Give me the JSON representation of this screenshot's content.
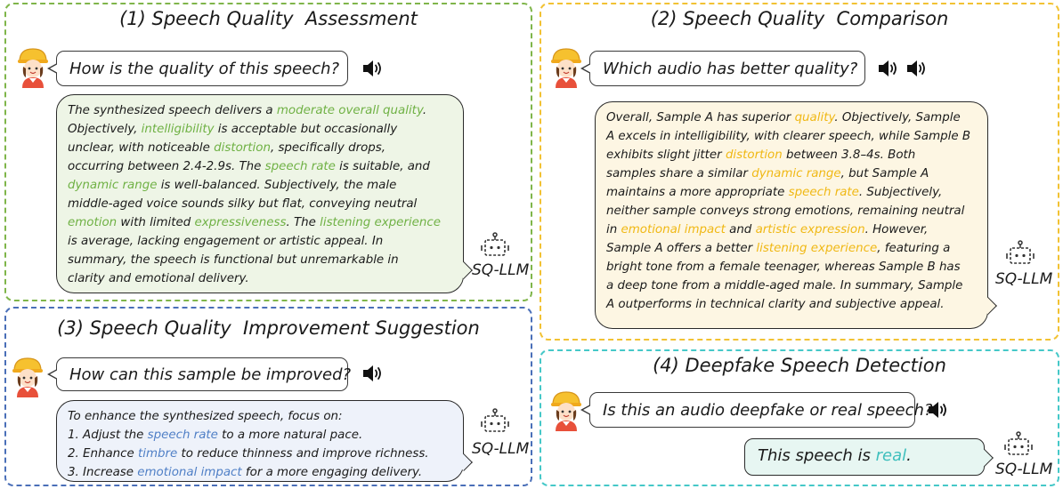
{
  "bot_name": "SQ-LLM",
  "colors": {
    "green": "#6fb144",
    "yellow": "#f0b814",
    "blue": "#4f7fc6",
    "cyan": "#3fbfbd"
  },
  "panels": [
    {
      "title": "(1) Speech Quality  Assessment",
      "question": "How is the quality of this speech?",
      "speakers": 1,
      "answer_lines": [
        [
          {
            "t": "The synthesized speech delivers a "
          },
          {
            "t": "moderate overall quality",
            "h": 1
          },
          {
            "t": "."
          }
        ],
        [
          {
            "t": "Objectively, "
          },
          {
            "t": "intelligibility",
            "h": 1
          },
          {
            "t": " is acceptable but occasionally"
          }
        ],
        [
          {
            "t": "unclear, with noticeable "
          },
          {
            "t": "distortion",
            "h": 1
          },
          {
            "t": ", specifically drops,"
          }
        ],
        [
          {
            "t": "occurring between 2.4-2.9s. The "
          },
          {
            "t": "speech rate",
            "h": 1
          },
          {
            "t": " is suitable, and"
          }
        ],
        [
          {
            "t": "dynamic range",
            "h": 1
          },
          {
            "t": " is well-balanced. Subjectively, the male"
          }
        ],
        [
          {
            "t": "middle-aged voice sounds silky but flat, conveying neutral"
          }
        ],
        [
          {
            "t": "emotion",
            "h": 1
          },
          {
            "t": " with limited "
          },
          {
            "t": "expressiveness",
            "h": 1
          },
          {
            "t": ". The "
          },
          {
            "t": "listening experience",
            "h": 1
          }
        ],
        [
          {
            "t": "is average, lacking engagement or artistic appeal. In"
          }
        ],
        [
          {
            "t": "summary, the speech is functional but unremarkable in"
          }
        ],
        [
          {
            "t": "clarity and emotional delivery."
          }
        ]
      ]
    },
    {
      "title": "(2) Speech Quality  Comparison",
      "question": "Which audio has better quality?",
      "speakers": 2,
      "answer_lines": [
        [
          {
            "t": "Overall, Sample A has superior "
          },
          {
            "t": "quality",
            "h": 1
          },
          {
            "t": ". Objectively, Sample"
          }
        ],
        [
          {
            "t": "A excels in intelligibility, with clearer speech, while Sample B"
          }
        ],
        [
          {
            "t": "exhibits slight jitter "
          },
          {
            "t": "distortion",
            "h": 1
          },
          {
            "t": " between 3.8–4s. Both"
          }
        ],
        [
          {
            "t": "samples share a similar "
          },
          {
            "t": "dynamic range",
            "h": 1
          },
          {
            "t": ", but Sample A"
          }
        ],
        [
          {
            "t": "maintains a more appropriate "
          },
          {
            "t": "speech rate",
            "h": 1
          },
          {
            "t": ". Subjectively,"
          }
        ],
        [
          {
            "t": "neither sample conveys strong emotions, remaining neutral"
          }
        ],
        [
          {
            "t": "in "
          },
          {
            "t": "emotional impact",
            "h": 1
          },
          {
            "t": " and "
          },
          {
            "t": "artistic expression",
            "h": 1
          },
          {
            "t": ". However,"
          }
        ],
        [
          {
            "t": "Sample A offers a better "
          },
          {
            "t": "listening experience",
            "h": 1
          },
          {
            "t": ", featuring a"
          }
        ],
        [
          {
            "t": "bright tone from a female teenager, whereas Sample B has"
          }
        ],
        [
          {
            "t": "a deep tone from a middle-aged male. In summary, Sample"
          }
        ],
        [
          {
            "t": "A outperforms in technical clarity and subjective appeal."
          }
        ]
      ]
    },
    {
      "title": "(3) Speech Quality  Improvement Suggestion",
      "question": "How can this sample be improved?",
      "speakers": 1,
      "answer_lines": [
        [
          {
            "t": "To enhance the synthesized speech, focus on:"
          }
        ],
        [
          {
            "t": "1. Adjust the "
          },
          {
            "t": "speech rate",
            "h": 1
          },
          {
            "t": " to a more natural pace."
          }
        ],
        [
          {
            "t": "2. Enhance "
          },
          {
            "t": "timbre",
            "h": 1
          },
          {
            "t": " to reduce thinness and improve richness."
          }
        ],
        [
          {
            "t": "3. Increase "
          },
          {
            "t": "emotional impact",
            "h": 1
          },
          {
            "t": " for a more engaging delivery."
          }
        ]
      ]
    },
    {
      "title": "(4) Deepfake Speech Detection",
      "question": "Is this an audio deepfake or real speech?",
      "speakers": 1,
      "answer_lines": [
        [
          {
            "t": "This speech is "
          },
          {
            "t": "real",
            "h": 1
          },
          {
            "t": "."
          }
        ]
      ]
    }
  ]
}
